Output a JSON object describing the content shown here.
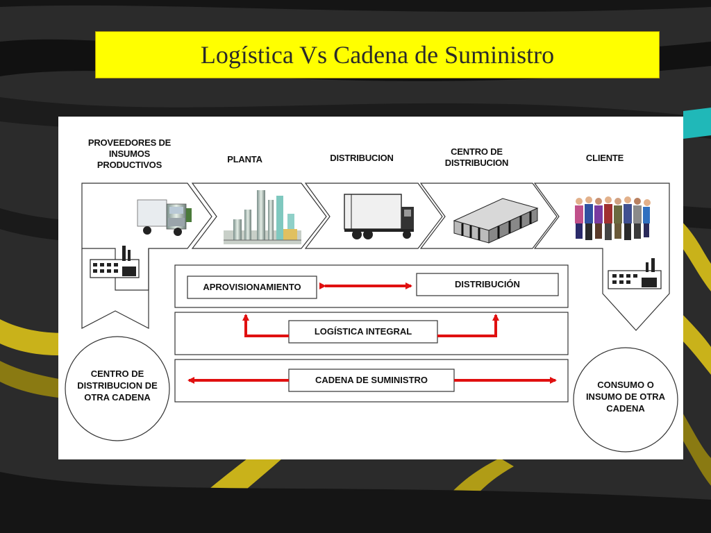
{
  "slide": {
    "title": "Logística Vs Cadena de Suministro"
  },
  "stages": [
    {
      "label": "PROVEEDORES DE INSUMOS PRODUCTIVOS",
      "icon": "truck-icon"
    },
    {
      "label": "PLANTA",
      "icon": "factory-plant-icon"
    },
    {
      "label": "DISTRIBUCION",
      "icon": "trailer-truck-icon"
    },
    {
      "label": "CENTRO DE DISTRIBUCION",
      "icon": "warehouse-icon"
    },
    {
      "label": "CLIENTE",
      "icon": "people-group-icon"
    }
  ],
  "rows": {
    "aprovisionamiento": "APROVISIONAMIENTO",
    "distribucion": "DISTRIBUCIÓN",
    "logistica": "LOGÍSTICA INTEGRAL",
    "cadena": "CADENA DE SUMINISTRO"
  },
  "circles": {
    "left": "CENTRO DE DISTRIBUCION DE OTRA CADENA",
    "right": "CONSUMO O INSUMO DE OTRA CADENA"
  },
  "colors": {
    "title_bg": "#ffff00",
    "arrow": "#e01010",
    "accent_yellow": "#c9b21a",
    "accent_teal": "#20b8b8"
  }
}
